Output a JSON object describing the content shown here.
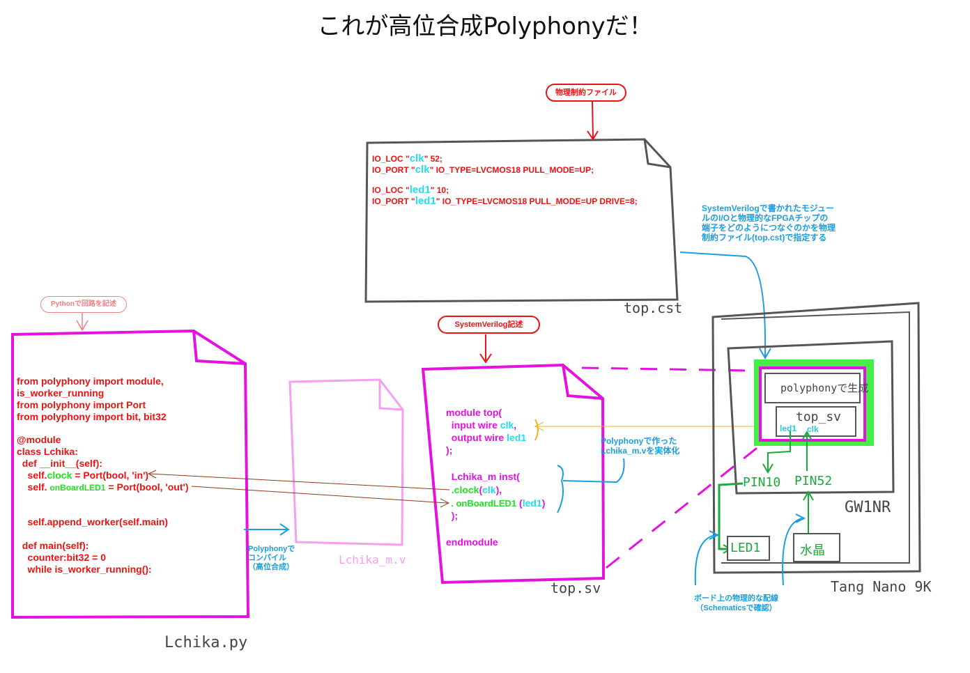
{
  "title": "これが高位合成Polyphonyだ！",
  "cst": {
    "bubble": "物理制約ファイル",
    "lines": [
      {
        "a": "IO_LOC \"",
        "b": "clk",
        "c": "\" 52;"
      },
      {
        "a": "IO_PORT \"",
        "b": "clk",
        "c": "\" IO_TYPE=LVCMOS18 PULL_MODE=UP;"
      },
      {
        "a": "IO_LOC \"",
        "b": "led1",
        "c": "\" 10;"
      },
      {
        "a": "IO_PORT \"",
        "b": "led1",
        "c": "\" IO_TYPE=LVCMOS18 PULL_MODE=UP DRIVE=8;"
      }
    ],
    "filename": "top.cst",
    "note": "SystemVerilogで書かれたモジュー\nルのI/Oと物理的なFPGAチップの\n端子をどのようにつなぐのかを物理\n制約ファイル(top.cst)で指定する"
  },
  "py": {
    "bubble": "Pythonで回路を記述",
    "l1": "from polyphony import module,",
    "l2": "is_worker_running",
    "l3": "from polyphony import Port",
    "l4": "from polyphony import bit, bit32",
    "l5": "@module",
    "l6": "class Lchika:",
    "l7": "  def __init__(self):",
    "l8a": "    self.",
    "l8b": "clock",
    "l8c": " = Port(bool, 'in')",
    "l9a": "    self. ",
    "l9b": "onBoardLED1",
    "l9c": " = Port(bool, 'out')",
    "l10": "    self.append_worker(self.main)",
    "l11": "  def main(self):",
    "l12": "    counter:bit32 = 0",
    "l13": "    while is_worker_running():",
    "filename": "Lchika.py"
  },
  "compile_note": "Polyphonyで\nコンパイル\n（高位合成）",
  "v_filename": "Lchika_m.v",
  "sv": {
    "bubble": "SystemVerilog記述",
    "l1": "module top(",
    "l2a": "  input wire ",
    "l2b": "clk",
    "l2c": ",",
    "l3a": "  output wire ",
    "l3b": "led1",
    "l4": ");",
    "l5": "  Lchika_m inst(",
    "l6a": "  .clock",
    "l6b": "(",
    "l6c": "clk",
    "l6d": "),",
    "l7a": "  . onBoardLED1",
    "l7b": " (",
    "l7c": "led1",
    "l7d": ")",
    "l8": "  );",
    "l9": "endmodule",
    "filename": "top.sv",
    "inst_note": "Polyphonyで作った\nLchika_m.vを実体化"
  },
  "board": {
    "polyphony_label": "polyphonyで生成",
    "top_label": "top_sv",
    "led1": "led1",
    "clk": "clk",
    "pin10": "PIN10",
    "pin52": "PIN52",
    "chip": "GW1NR",
    "led": "LED1",
    "xtal": "水晶",
    "board_name": "Tang Nano 9K",
    "wiring_note": "ボード上の物理的な配線\n（Schematicsで確認）"
  },
  "colors": {
    "magenta": "#e411e0",
    "red": "#ee1111",
    "cyan": "#22ddee",
    "green": "#22dd22",
    "blue": "#1a9ee0",
    "gray": "#555555"
  }
}
